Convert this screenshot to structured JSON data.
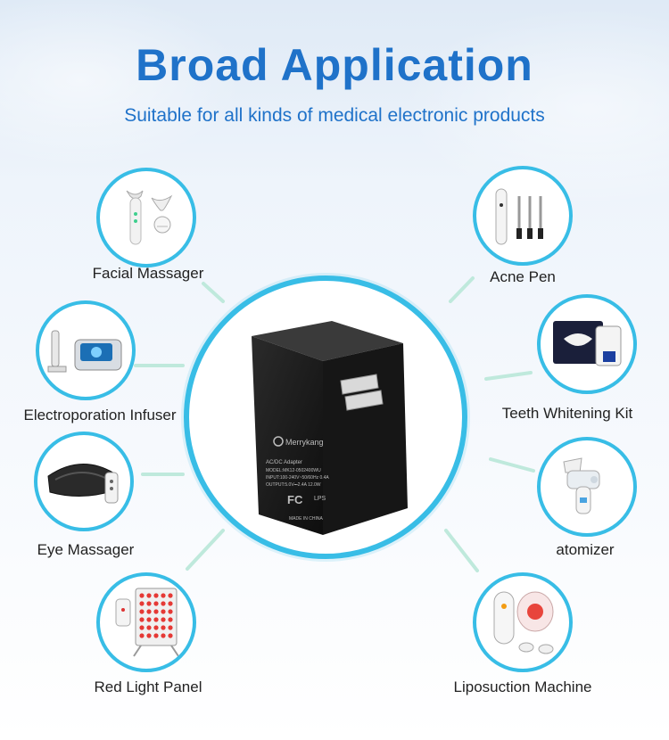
{
  "header": {
    "title": "Broad Application",
    "subtitle": "Suitable for all kinds of medical electronic products"
  },
  "accent_color": "#38bde6",
  "title_color": "#1f72c9",
  "center_product": {
    "icon": "ac-adapter-icon",
    "brand": "Merrykang",
    "label_lines": [
      "AC/DC Adapter",
      "MODEL:MK12-0502400WU",
      "INPUT:100-240V~50/60Hz 0.4A",
      "OUTPUT:5.0V⎓2.4A 12.0W"
    ],
    "marks": [
      "FC",
      "LPS",
      "MADE IN CHINA"
    ]
  },
  "applications": [
    {
      "label": "Facial Massager",
      "icon": "facial-massager-icon"
    },
    {
      "label": "Acne Pen",
      "icon": "acne-pen-icon"
    },
    {
      "label": "Electroporation Infuser",
      "icon": "electroporation-infuser-icon"
    },
    {
      "label": "Teeth Whitening Kit",
      "icon": "teeth-whitening-kit-icon"
    },
    {
      "label": "Eye Massager",
      "icon": "eye-massager-icon"
    },
    {
      "label": "atomizer",
      "icon": "atomizer-icon"
    },
    {
      "label": "Red Light Panel",
      "icon": "red-light-panel-icon"
    },
    {
      "label": "Liposuction Machine",
      "icon": "liposuction-machine-icon"
    }
  ]
}
